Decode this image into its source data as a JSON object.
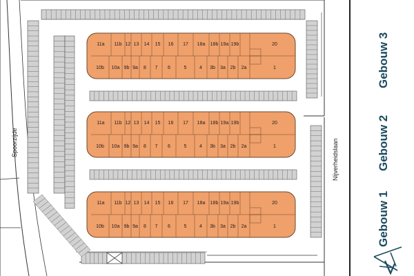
{
  "streets": {
    "west": "Spoorzijde",
    "east": "Nijverheidslaan"
  },
  "buildings": [
    {
      "name": "Gebouw 3"
    },
    {
      "name": "Gebouw 2"
    },
    {
      "name": "Gebouw 1"
    }
  ],
  "units": {
    "top_row": [
      "11a",
      "11b",
      "12",
      "13",
      "14",
      "15",
      "16",
      "17",
      "18a",
      "18b",
      "19a",
      "19b",
      "20"
    ],
    "bottom_row": [
      "10b",
      "10a",
      "9b",
      "9a",
      "8",
      "7",
      "6",
      "5",
      "4",
      "3b",
      "3a",
      "2b",
      "2a",
      "1"
    ]
  },
  "colors": {
    "unit_fill": "#f0a06a",
    "unit_stroke": "#6a4a30",
    "parking_fill": "#d2d2d2",
    "parking_stroke": "#555555",
    "outline": "#333333",
    "label_color": "#1c4a5e"
  }
}
